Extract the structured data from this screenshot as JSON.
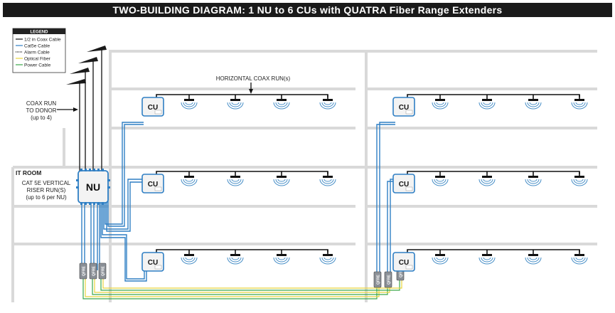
{
  "title": "TWO-BUILDING DIAGRAM: 1 NU to 6 CUs with QUATRA Fiber Range Extenders",
  "legend": {
    "heading": "LEGEND",
    "items": [
      {
        "label": "1/2 in Coax Cable",
        "color": "#111111",
        "style": "solid"
      },
      {
        "label": "Cat5e Cable",
        "color": "#2f7fc4",
        "style": "solid"
      },
      {
        "label": "Alarm Cable",
        "color": "#111111",
        "style": "dotted"
      },
      {
        "label": "Optical Fiber",
        "color": "#e8d43c",
        "style": "solid"
      },
      {
        "label": "Power Cable",
        "color": "#3aa84a",
        "style": "solid"
      }
    ]
  },
  "labels": {
    "horizontal_coax": "HORIZONTAL COAX RUN(s)",
    "coax_run_1": "COAX RUN",
    "coax_run_2": "TO DONOR",
    "coax_run_3": "(up to 4)",
    "it_room": "IT ROOM",
    "riser_1": "CAT 5E VERTICAL",
    "riser_2": "RISER RUN(S)",
    "riser_3": "(up to 6 per NU)"
  },
  "devices": {
    "nu": "NU",
    "cu": "CU",
    "ofre": "QFRE"
  },
  "colors": {
    "coax": "#111111",
    "cat5e": "#2f7fc4",
    "fiber": "#e8d43c",
    "power": "#3aa84a",
    "building": "#d9d9d9",
    "antenna_wave": "#4a90c8"
  }
}
